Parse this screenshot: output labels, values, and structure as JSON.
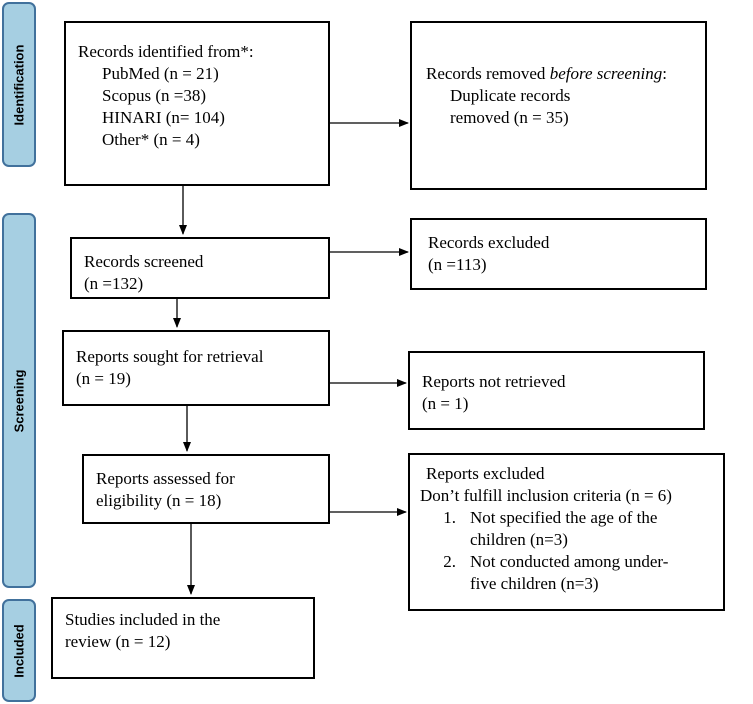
{
  "phases": {
    "identification": "Identification",
    "screening": "Screening",
    "included": "Included"
  },
  "identified": {
    "title": "Records identified from*:",
    "sources": [
      "PubMed (n = 21)",
      "Scopus (n =38)",
      "HINARI (n= 104)",
      "Other* (n = 4)"
    ]
  },
  "removed": {
    "title_prefix": "Records removed ",
    "title_italic": "before screening",
    "title_suffix": ":",
    "line1": "Duplicate records",
    "line2": "removed (n = 35)"
  },
  "screened": {
    "line1": "Records screened",
    "line2": "(n =132)"
  },
  "excluded": {
    "line1": "Records excluded",
    "line2": "(n =113)"
  },
  "sought": {
    "line1": "Reports sought for retrieval",
    "line2": "(n = 19)"
  },
  "not_retrieved": {
    "line1": "Reports not retrieved",
    "line2": "(n = 1)"
  },
  "assessed": {
    "line1": "Reports assessed for",
    "line2": "eligibility (n = 18)"
  },
  "reports_excluded": {
    "line1": "Reports excluded",
    "line2": "Don’t fulfill inclusion criteria (n = 6)",
    "items": [
      {
        "num": "1.",
        "line1": "Not specified the age of the",
        "line2": "children (n=3)"
      },
      {
        "num": "2.",
        "line1": "Not conducted among under-",
        "line2": "five children (n=3)"
      }
    ]
  },
  "included_studies": {
    "line1": "Studies included in the",
    "line2": "review (n = 12)"
  }
}
